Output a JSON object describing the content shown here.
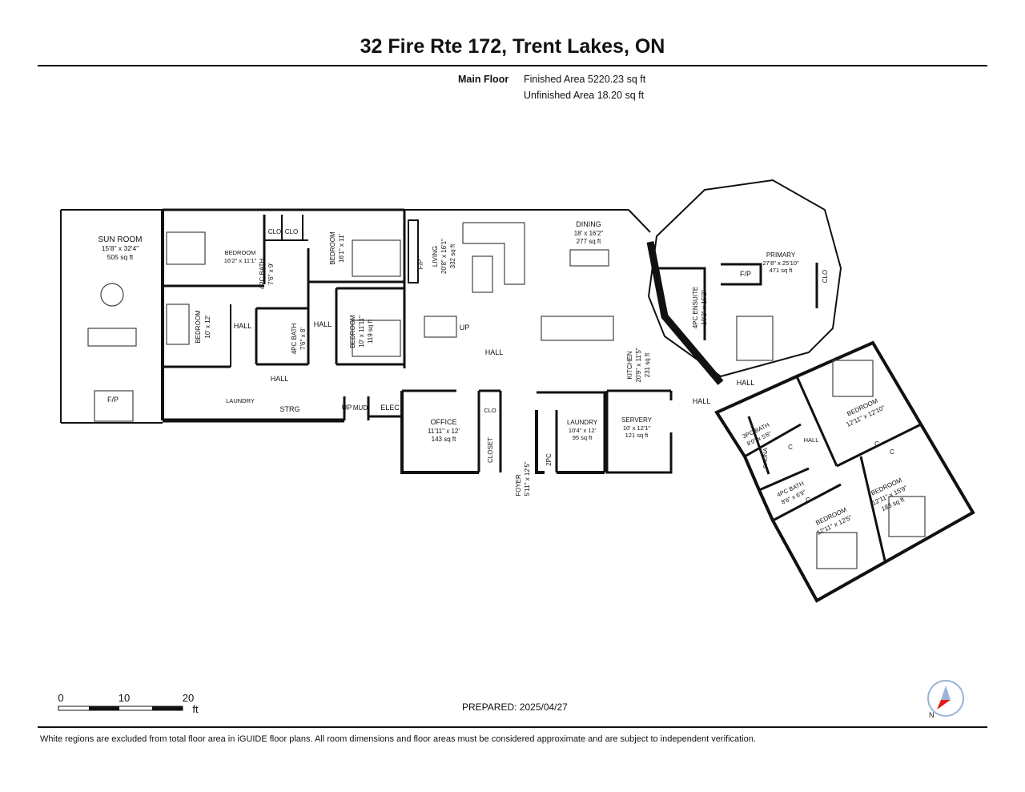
{
  "header": {
    "title": "32 Fire Rte 172, Trent Lakes, ON",
    "floor_label": "Main Floor",
    "finished_area": "Finished Area 5220.23 sq ft",
    "unfinished_area": "Unfinished Area 18.20 sq ft"
  },
  "rooms": {
    "sun_room": {
      "name": "SUN ROOM",
      "dims": "15'8\" x 32'4\"",
      "area": "505 sq ft"
    },
    "sun_fp": "F/P",
    "bedroom_nw": {
      "name": "BEDROOM",
      "dims": "16'2\" x 11'1\""
    },
    "bedroom_mid": {
      "name": "BEDROOM",
      "dims": "10' x 12'"
    },
    "bath_4pc_a": {
      "name": "4PC BATH",
      "dims": "7'6\" x 9'"
    },
    "bath_4pc_b": {
      "name": "4PC BATH",
      "dims": "7'6\" x 8'"
    },
    "clo1": "CLO",
    "clo2": "CLO",
    "bedroom_16": {
      "name": "BEDROOM",
      "dims": "16'1\" x 11'"
    },
    "bedroom_10": {
      "name": "BEDROOM",
      "dims": "10' x 11'11\"",
      "area": "119 sq ft"
    },
    "hall_a": "HALL",
    "hall_b": "HALL",
    "hall_c": "HALL",
    "laundry_small": "LAUNDRY",
    "strg": "STRG",
    "up_a": "UP",
    "mud": "MUD",
    "elec": "ELEC",
    "fp_living": "F/P",
    "living": {
      "name": "LIVING",
      "dims": "20'8\" x 16'1\"",
      "area": "332 sq ft"
    },
    "up_b": "UP",
    "hall_main": "HALL",
    "dining": {
      "name": "DINING",
      "dims": "18' x 16'2\"",
      "area": "277 sq ft"
    },
    "kitchen": {
      "name": "KITCHEN",
      "dims": "20'9\" x 11'5\"",
      "area": "231 sq ft"
    },
    "office": {
      "name": "OFFICE",
      "dims": "11'11\" x 12'",
      "area": "143 sq ft"
    },
    "clo3": "CLO",
    "closet": "CLOSET",
    "foyer": {
      "name": "FOYER",
      "dims": "5'11\" x 12'5\""
    },
    "twopc": "2PC",
    "laundry": {
      "name": "LAUNDRY",
      "dims": "10'4\" x 12'",
      "area": "95 sq ft"
    },
    "servery": {
      "name": "SERVERY",
      "dims": "10' x 12'1\"",
      "area": "121 sq ft"
    },
    "hall_e": "HALL",
    "hall_f": "HALL",
    "primary": {
      "name": "PRIMARY",
      "dims": "27'8\" x 25'10\"",
      "area": "471 sq ft"
    },
    "fp_primary": "F/P",
    "clo_primary": "CLO",
    "ensuite": {
      "name": "4PC ENSUITE",
      "dims": "10'2\" x 15'2\""
    },
    "bath_3pc": {
      "name": "3PC BATH",
      "dims": "8'0\" x 5'8\""
    },
    "sauna": "SAUNA",
    "hall_g": "HALL",
    "c1": "C",
    "c2": "C",
    "c3": "C",
    "c4": "C",
    "bath_4pc_c": {
      "name": "4PC BATH",
      "dims": "8'6\" x 6'9\""
    },
    "bedroom_e1": {
      "name": "BEDROOM",
      "dims": "12'11\" x 12'10\""
    },
    "bedroom_e2": {
      "name": "BEDROOM",
      "dims": "12'11\" x 15'9\"",
      "area": "183 sq ft"
    },
    "bedroom_e3": {
      "name": "BEDROOM",
      "dims": "12'11\" x 12'5\""
    }
  },
  "scale": {
    "labels": [
      "0",
      "10",
      "20"
    ],
    "unit": "ft"
  },
  "prepared": "PREPARED: 2025/04/27",
  "compass_label": "N",
  "footer": "White regions are excluded from total floor area in iGUIDE floor plans. All room dimensions and floor areas must be considered approximate and are subject to independent verification."
}
